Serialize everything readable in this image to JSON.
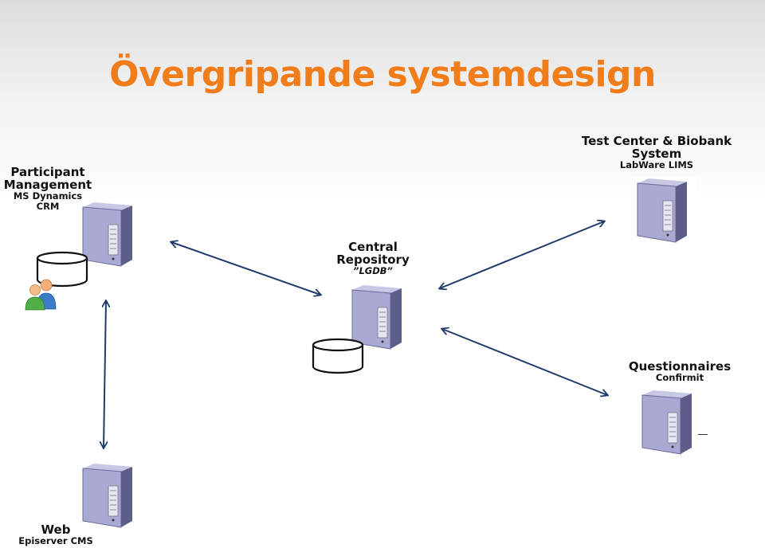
{
  "title": "Övergripande systemdesign",
  "nodes": {
    "participant": {
      "name_line1": "Participant",
      "name_line2": "Management",
      "sub_line1": "MS Dynamics",
      "sub_line2": "CRM"
    },
    "central": {
      "name_line1": "Central",
      "name_line2": "Repository",
      "sub": "”LGDB”"
    },
    "testcenter": {
      "name_line1": "Test Center & Biobank",
      "name_line2": "System",
      "sub": "LabWare LIMS"
    },
    "questionnaires": {
      "name": "Questionnaires",
      "sub": "Confirmit"
    },
    "web": {
      "name": "Web",
      "sub": "Episerver CMS"
    }
  },
  "colors": {
    "title": "#f07c1a",
    "arrow": "#1f3a6b",
    "server_face": "#a9a9d4",
    "server_side": "#5d5d8a"
  }
}
